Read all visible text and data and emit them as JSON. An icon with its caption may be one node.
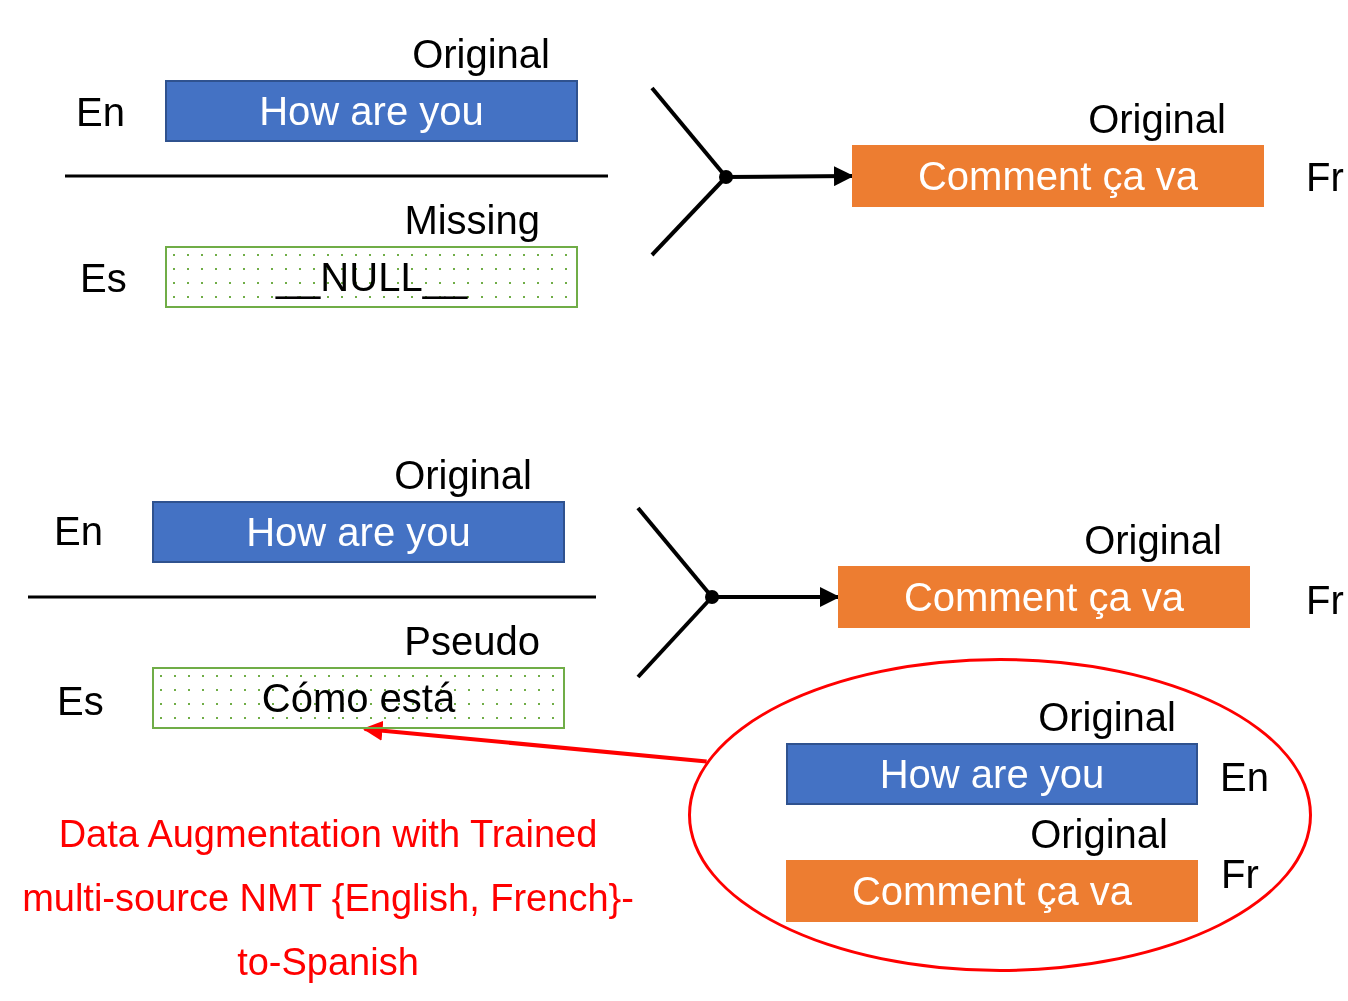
{
  "diagram": {
    "nodes": [
      {
        "text": [
          "Original",
          "How are you"
        ],
        "beside": [
          "En"
        ]
      },
      {
        "text": [
          "Missing",
          "__NULL__"
        ],
        "beside": [
          "Es"
        ]
      },
      {
        "text": [],
        "shape": "circle"
      },
      {
        "text": [
          "Original",
          "Comment ça va"
        ],
        "beside": [
          "Fr"
        ]
      },
      {
        "text": [
          "Original",
          "How are you"
        ],
        "beside": [
          "En"
        ]
      },
      {
        "text": [
          "Pseudo",
          "Cómo está"
        ],
        "beside": [
          "Es"
        ]
      },
      {
        "text": [],
        "shape": "circle"
      },
      {
        "text": [
          "Original",
          "Comment ça va"
        ],
        "beside": [
          "Fr"
        ]
      },
      {
        "text": [],
        "shape": "ellipse"
      },
      {
        "text": [
          "Original",
          "How are you"
        ],
        "beside": [
          "En"
        ],
        "in": 8
      },
      {
        "text": [
          "Original",
          "Comment ça va"
        ],
        "beside": [
          "Fr"
        ],
        "in": 8
      }
    ],
    "edges": [
      {
        "from": null,
        "to": 2,
        "arrow": "none"
      },
      {
        "from": null,
        "to": 2,
        "arrow": "none"
      },
      {
        "from": 2,
        "to": 3,
        "arrow": "to"
      },
      {
        "from": null,
        "to": 6,
        "arrow": "none"
      },
      {
        "from": null,
        "to": 6,
        "arrow": "none"
      },
      {
        "from": 6,
        "to": 7,
        "arrow": "to"
      },
      {
        "from": 8,
        "to": 5,
        "arrow": "to",
        "color": "#ff0000"
      }
    ],
    "labels": [
      "Data Augmentation with Trained multi-source NMT {English, French}-to-Spanish"
    ]
  }
}
